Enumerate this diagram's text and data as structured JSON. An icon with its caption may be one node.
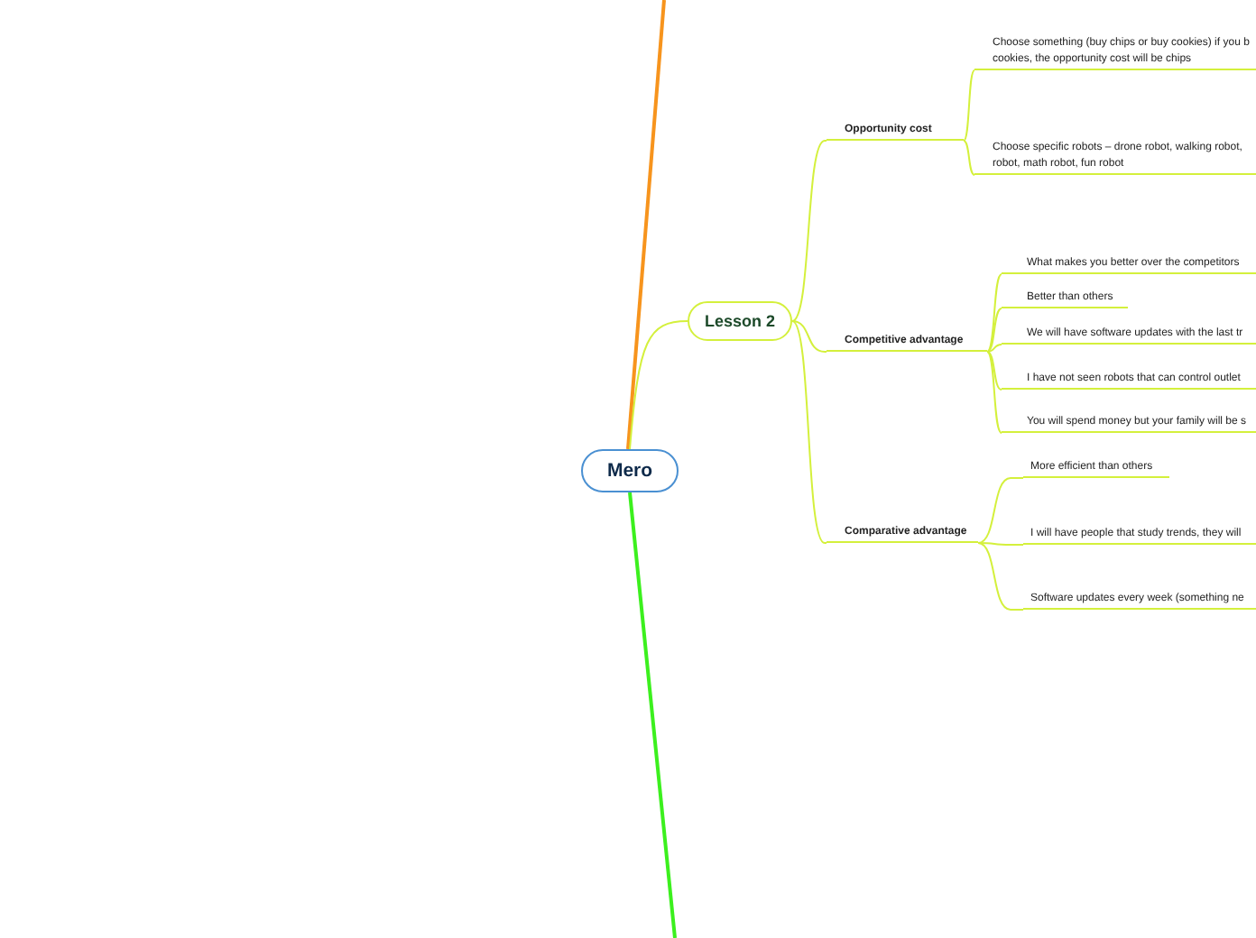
{
  "diagram": {
    "nodes": [
      {
        "text": [
          "Mero"
        ]
      },
      {
        "text": [
          "Lesson 2"
        ]
      },
      {
        "text": [
          "Opportunity cost"
        ]
      },
      {
        "text": [
          "Choose something (buy chips or buy cookies) if you b cookies, the opportunity cost will be chips"
        ]
      },
      {
        "text": [
          "Choose specific robots – drone robot, walking robot, robot, math robot, fun robot"
        ]
      },
      {
        "text": [
          "Competitive advantage"
        ]
      },
      {
        "text": [
          "What makes you better over the competitors"
        ]
      },
      {
        "text": [
          "Better than others"
        ]
      },
      {
        "text": [
          "We will have software updates with the last tr"
        ]
      },
      {
        "text": [
          "I have not seen robots that can control outlet"
        ]
      },
      {
        "text": [
          "You will spend money but your family will be s"
        ]
      },
      {
        "text": [
          "Comparative advantage"
        ]
      },
      {
        "text": [
          "More efficient than others"
        ]
      },
      {
        "text": [
          "I will have people that study trends, they will"
        ]
      },
      {
        "text": [
          "Software updates every week (something ne"
        ]
      }
    ],
    "edges": [
      {
        "from": 0,
        "to": null,
        "arrow": "none",
        "color": "#f7941d"
      },
      {
        "from": 0,
        "to": 1,
        "arrow": "none"
      },
      {
        "from": 0,
        "to": null,
        "arrow": "none",
        "color": "#3cf01e"
      },
      {
        "from": 1,
        "to": 2,
        "arrow": "none"
      },
      {
        "from": 1,
        "to": 5,
        "arrow": "none"
      },
      {
        "from": 1,
        "to": 11,
        "arrow": "none"
      },
      {
        "from": 2,
        "to": 3,
        "arrow": "none"
      },
      {
        "from": 2,
        "to": 4,
        "arrow": "none"
      },
      {
        "from": 5,
        "to": 6,
        "arrow": "none"
      },
      {
        "from": 5,
        "to": 7,
        "arrow": "none"
      },
      {
        "from": 5,
        "to": 8,
        "arrow": "none"
      },
      {
        "from": 5,
        "to": 9,
        "arrow": "none"
      },
      {
        "from": 5,
        "to": 10,
        "arrow": "none"
      },
      {
        "from": 11,
        "to": 12,
        "arrow": "none"
      },
      {
        "from": 11,
        "to": 13,
        "arrow": "none"
      },
      {
        "from": 11,
        "to": 14,
        "arrow": "none"
      }
    ]
  }
}
